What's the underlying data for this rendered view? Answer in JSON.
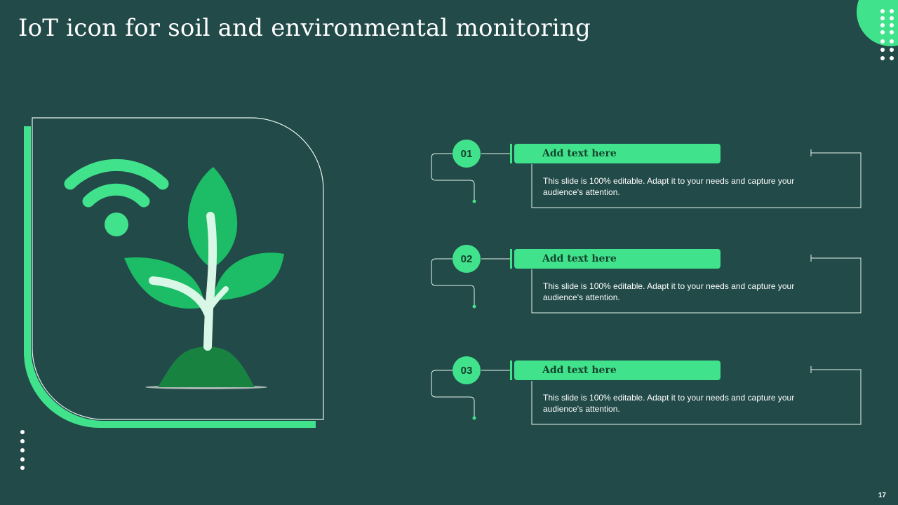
{
  "slide": {
    "title": "IoT icon for soil and environmental monitoring",
    "page_number": "17"
  },
  "steps": [
    {
      "number": "01",
      "heading": "Add text here",
      "text": "This slide is 100% editable. Adapt it to your needs and capture your audience's attention."
    },
    {
      "number": "02",
      "heading": "Add text here",
      "text": "This slide is 100% editable. Adapt it to your needs and capture your audience's attention."
    },
    {
      "number": "03",
      "heading": "Add text here",
      "text": "This slide is 100% editable. Adapt it to your needs and capture your audience's attention."
    }
  ],
  "colors": {
    "background": "#214a48",
    "accent": "#41e28c",
    "leaf": "#1cbd66",
    "soil": "#188241",
    "stem": "#d9f7e6",
    "text": "#ffffff"
  },
  "icons": [
    "wifi-icon",
    "plant-icon"
  ]
}
